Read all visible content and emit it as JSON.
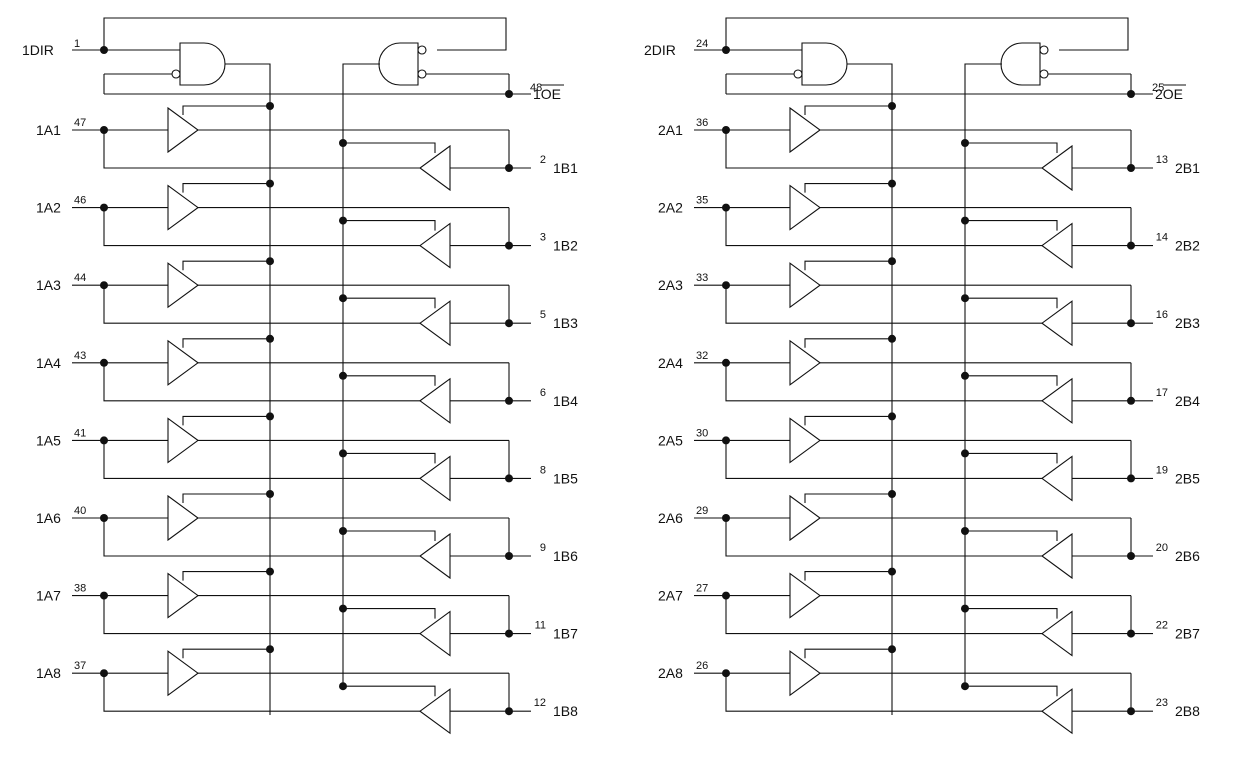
{
  "groups": [
    {
      "dir": {
        "label": "1DIR",
        "pin": "1"
      },
      "oe": {
        "prefix": "1",
        "name": "OE",
        "pin": "48"
      },
      "channels": [
        {
          "a": "1A1",
          "a_pin": "47",
          "b": "1B1",
          "b_pin": "2"
        },
        {
          "a": "1A2",
          "a_pin": "46",
          "b": "1B2",
          "b_pin": "3"
        },
        {
          "a": "1A3",
          "a_pin": "44",
          "b": "1B3",
          "b_pin": "5"
        },
        {
          "a": "1A4",
          "a_pin": "43",
          "b": "1B4",
          "b_pin": "6"
        },
        {
          "a": "1A5",
          "a_pin": "41",
          "b": "1B5",
          "b_pin": "8"
        },
        {
          "a": "1A6",
          "a_pin": "40",
          "b": "1B6",
          "b_pin": "9"
        },
        {
          "a": "1A7",
          "a_pin": "38",
          "b": "1B7",
          "b_pin": "11"
        },
        {
          "a": "1A8",
          "a_pin": "37",
          "b": "1B8",
          "b_pin": "12"
        }
      ]
    },
    {
      "dir": {
        "label": "2DIR",
        "pin": "24"
      },
      "oe": {
        "prefix": "2",
        "name": "OE",
        "pin": "25"
      },
      "channels": [
        {
          "a": "2A1",
          "a_pin": "36",
          "b": "2B1",
          "b_pin": "13"
        },
        {
          "a": "2A2",
          "a_pin": "35",
          "b": "2B2",
          "b_pin": "14"
        },
        {
          "a": "2A3",
          "a_pin": "33",
          "b": "2B3",
          "b_pin": "16"
        },
        {
          "a": "2A4",
          "a_pin": "32",
          "b": "2B4",
          "b_pin": "17"
        },
        {
          "a": "2A5",
          "a_pin": "30",
          "b": "2B5",
          "b_pin": "19"
        },
        {
          "a": "2A6",
          "a_pin": "29",
          "b": "2B6",
          "b_pin": "20"
        },
        {
          "a": "2A7",
          "a_pin": "27",
          "b": "2B7",
          "b_pin": "22"
        },
        {
          "a": "2A8",
          "a_pin": "26",
          "b": "2B8",
          "b_pin": "23"
        }
      ]
    }
  ]
}
